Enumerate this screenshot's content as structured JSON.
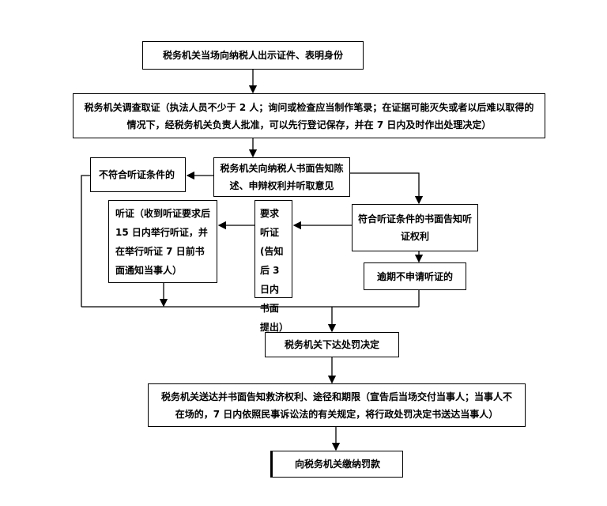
{
  "flowchart": {
    "step1": "税务机关当场向纳税人出示证件、表明身份",
    "step2": "税务机关调查取证（执法人员不少于 2 人；询问或检查应当制作笔录；在证据可能灭失或者以后难以取得的情况下，经税务机关负责人批准，可以先行登记保存，并在 7 日内及时作出处理决定）",
    "step3": "税务机关向纳税人书面告知陈述、申辩权利并听取意见",
    "not_eligible": "不符合听证条件的",
    "eligible": "符合听证条件的书面告知听证权利",
    "request_hearing": "要求听证(告知后 3 日内书面提出）",
    "hearing": "听证（收到听证要求后 15 日内举行听证，并在举行听证 7 日前书面通知当事人）",
    "overdue": "逾期不申请听证的",
    "decision": "税务机关下达处罚决定",
    "delivery": "税务机关送达并书面告知救济权利、途径和期限（宣告后当场交付当事人；当事人不在场的，7 日内依照民事诉讼法的有关规定，将行政处罚决定书送达当事人）",
    "payment": "向税务机关缴纳罚款"
  }
}
